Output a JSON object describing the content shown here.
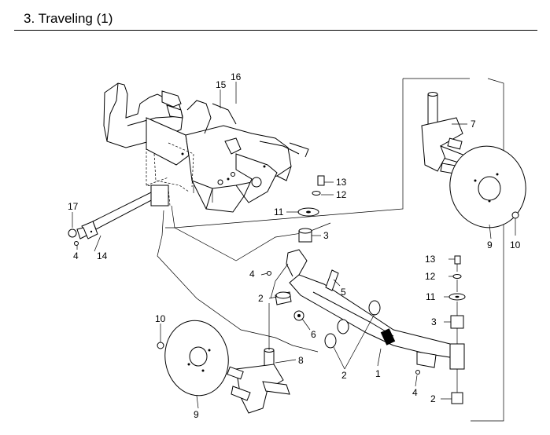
{
  "header": {
    "title": "3. Traveling (1)"
  },
  "diagram": {
    "callouts": [
      {
        "id": "c15",
        "text": "15"
      },
      {
        "id": "c16",
        "text": "16"
      },
      {
        "id": "c7",
        "text": "7"
      },
      {
        "id": "c13a",
        "text": "13"
      },
      {
        "id": "c12a",
        "text": "12"
      },
      {
        "id": "c11a",
        "text": "11"
      },
      {
        "id": "c3a",
        "text": "3"
      },
      {
        "id": "c17",
        "text": "17"
      },
      {
        "id": "c4a",
        "text": "4"
      },
      {
        "id": "c14",
        "text": "14"
      },
      {
        "id": "c9a",
        "text": "9"
      },
      {
        "id": "c10a",
        "text": "10"
      },
      {
        "id": "c13b",
        "text": "13"
      },
      {
        "id": "c12b",
        "text": "12"
      },
      {
        "id": "c4b",
        "text": "4"
      },
      {
        "id": "c5",
        "text": "5"
      },
      {
        "id": "c2a",
        "text": "2"
      },
      {
        "id": "c11b",
        "text": "11"
      },
      {
        "id": "c3b",
        "text": "3"
      },
      {
        "id": "c6",
        "text": "6"
      },
      {
        "id": "c10b",
        "text": "10"
      },
      {
        "id": "c8",
        "text": "8"
      },
      {
        "id": "c1",
        "text": "1"
      },
      {
        "id": "c2b",
        "text": "2"
      },
      {
        "id": "c4c",
        "text": "4"
      },
      {
        "id": "c2c",
        "text": "2"
      },
      {
        "id": "c9b",
        "text": "9"
      }
    ]
  }
}
